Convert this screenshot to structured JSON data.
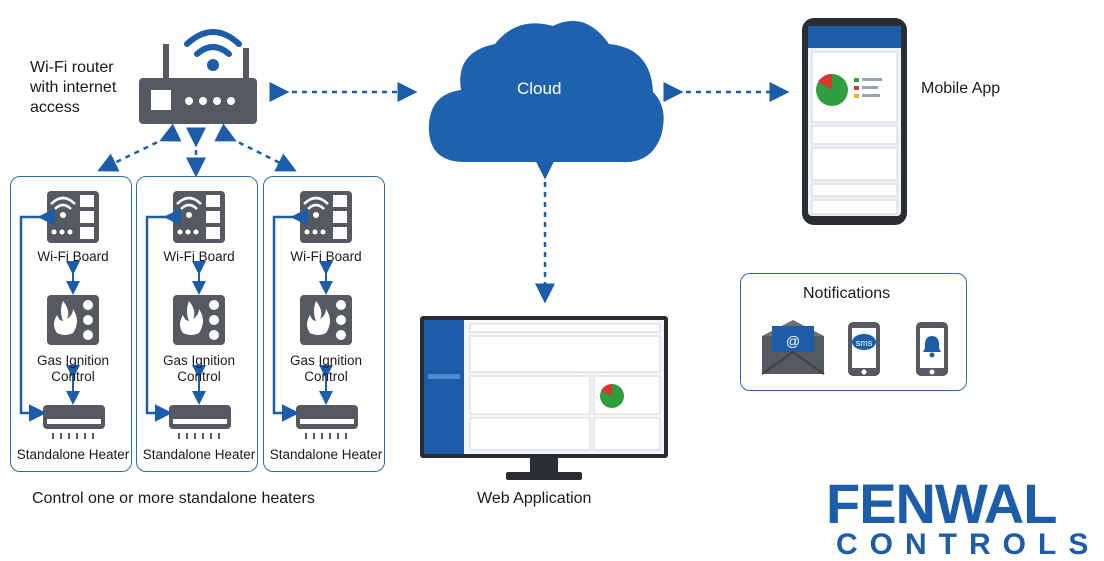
{
  "router": {
    "label_line1": "Wi-Fi router",
    "label_line2": "with internet",
    "label_line3": "access"
  },
  "cloud": {
    "label": "Cloud"
  },
  "mobile": {
    "label": "Mobile App"
  },
  "web": {
    "label": "Web Application"
  },
  "notifications": {
    "title": "Notifications",
    "email_symbol": "@",
    "sms_label": "sms"
  },
  "units": [
    {
      "board": "Wi-Fi Board",
      "ignition_line1": "Gas Ignition",
      "ignition_line2": "Control",
      "heater": "Standalone Heater"
    },
    {
      "board": "Wi-Fi Board",
      "ignition_line1": "Gas Ignition",
      "ignition_line2": "Control",
      "heater": "Standalone Heater"
    },
    {
      "board": "Wi-Fi Board",
      "ignition_line1": "Gas Ignition",
      "ignition_line2": "Control",
      "heater": "Standalone Heater"
    }
  ],
  "caption": "Control one or more standalone heaters",
  "brand": {
    "line1": "FENWAL",
    "line2": "CONTROLS"
  },
  "colors": {
    "accent_blue": "#1d5ca8",
    "cloud_blue": "#1e62ae",
    "icon_gray": "#555a60",
    "pie_green": "#2e9e3e",
    "pie_red": "#d63a2f"
  }
}
